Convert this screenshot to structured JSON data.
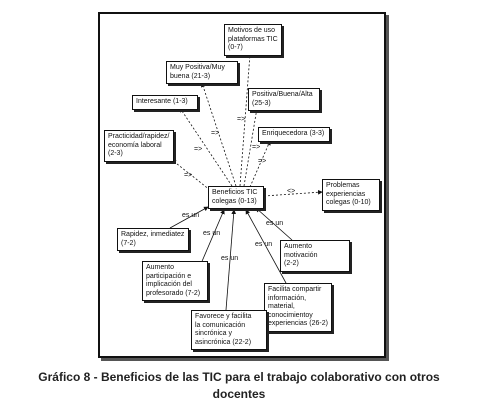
{
  "nodes": {
    "center": "Beneficios TIC\ncolegas (0-13)",
    "motivos": "Motivos de uso\nplataformas TIC\n(0-7)",
    "muy_positiva": "Muy Positiva/Muy\nbuena (21-3)",
    "positiva": "Positiva/Buena/Alta\n(25-3)",
    "interesante": "Interesante (1-3)",
    "enriquecedora": "Enriquecedora (3-3)",
    "practicidad": "Practicidad/rapidez/\neconomía laboral\n(2-3)",
    "problemas": "Problemas\nexperiencias\ncolegas (0-10)",
    "rapidez": "Rapidez, inmediatez\n(7-2)",
    "motivacion": "Aumento motivación\n(2-2)",
    "participacion": "Aumento\nparticipación e\nimplicación del\nprofesorado (7-2)",
    "compartir": "Facilita compartir\ninformación,\nmaterial,\nconocimientoy\nexperiencias (26-2)",
    "comunicacion": "Favorece y facilita\nla comunicación\nsincrónica y\nasincrónica (22-2)"
  },
  "relations": {
    "leads_to": "=>",
    "is_a": "es un",
    "contradicts": "<>"
  },
  "caption": "Gráfico 8 - Beneficios de las TIC para el trabajo colaborativo con otros\ndocentes"
}
